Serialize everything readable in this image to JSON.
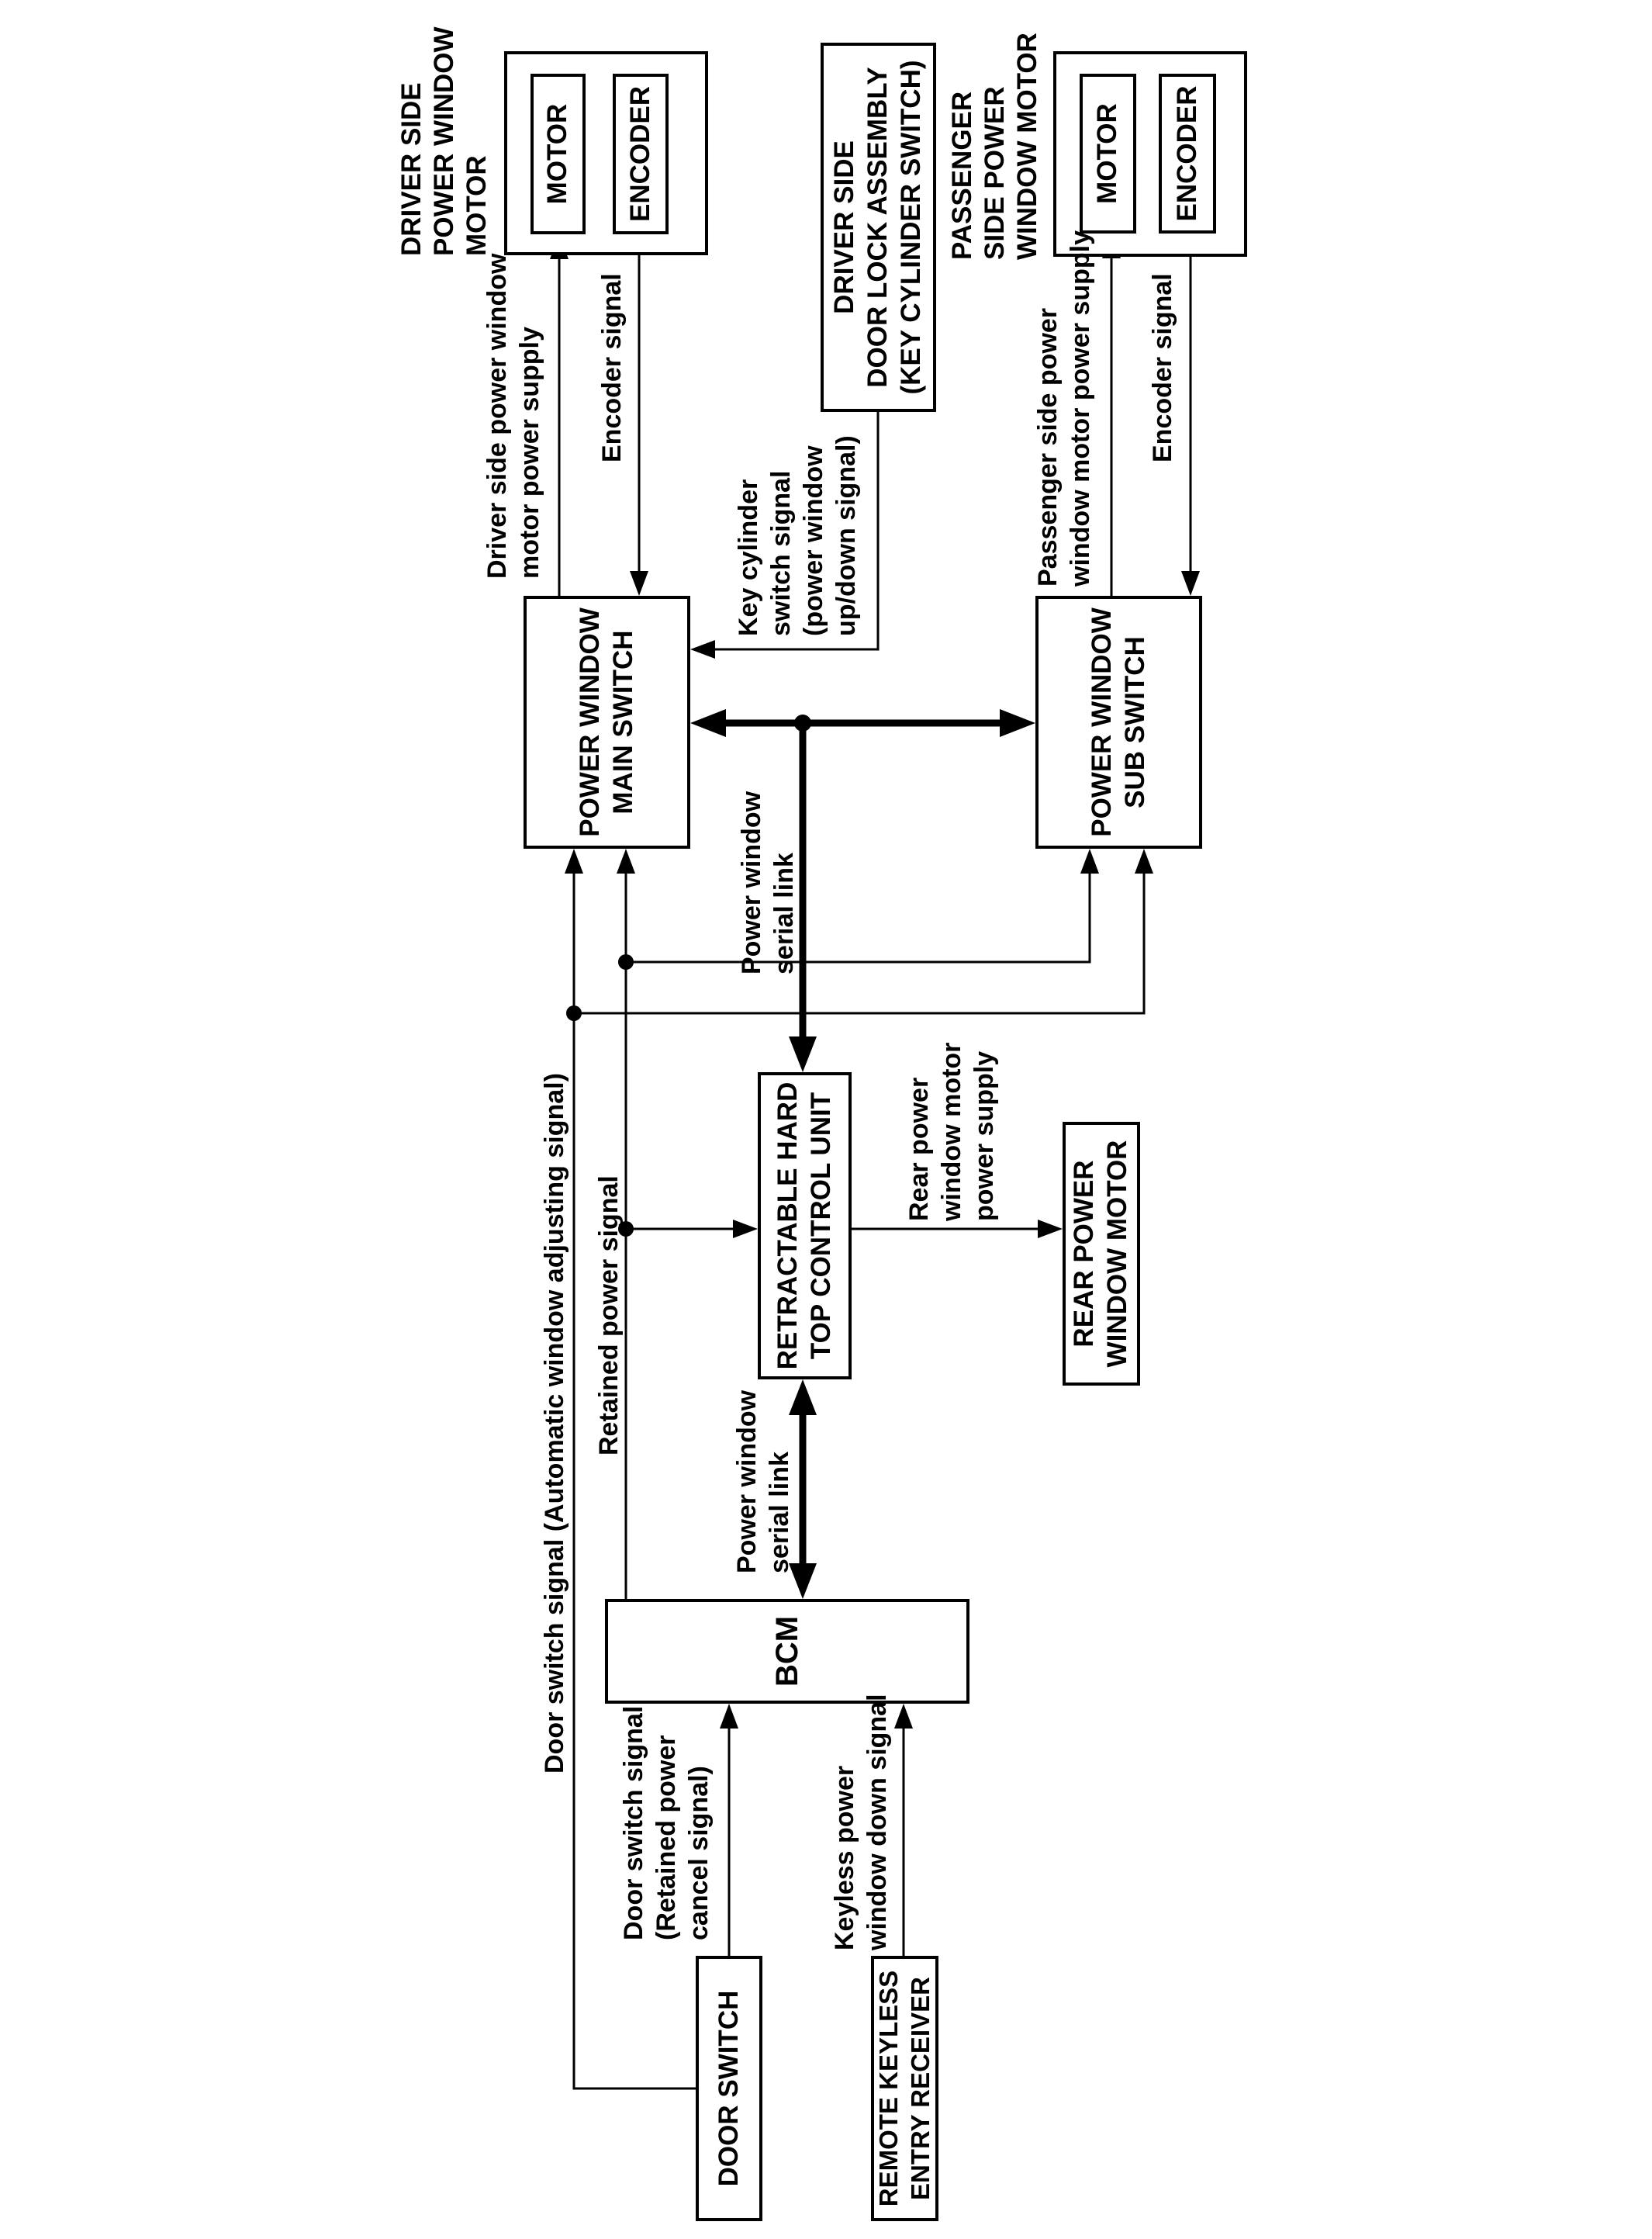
{
  "units": {
    "driver_motor_assembly": {
      "caption": [
        "DRIVER SIDE",
        "POWER WINDOW",
        "MOTOR"
      ],
      "motor": "MOTOR",
      "encoder": "ENCODER"
    },
    "passenger_motor_assembly": {
      "caption": [
        "PASSENGER",
        "SIDE POWER",
        "WINDOW MOTOR"
      ],
      "motor": "MOTOR",
      "encoder": "ENCODER"
    },
    "main_switch": {
      "lines": [
        "POWER WINDOW",
        "MAIN SWITCH"
      ]
    },
    "sub_switch": {
      "lines": [
        "POWER WINDOW",
        "SUB SWITCH"
      ]
    },
    "door_lock_assembly": {
      "lines": [
        "DRIVER SIDE",
        "DOOR LOCK ASSEMBLY",
        "(KEY CYLINDER SWITCH)"
      ]
    },
    "retractable_hard_top_unit": {
      "lines": [
        "RETRACTABLE HARD",
        "TOP CONTROL UNIT"
      ]
    },
    "rear_power_window_motor": {
      "lines": [
        "REAR POWER",
        "WINDOW MOTOR"
      ]
    },
    "bcm": {
      "label": "BCM"
    },
    "door_switch": {
      "label": "DOOR SWITCH"
    },
    "remote_keyless_entry_receiver": {
      "lines": [
        "REMOTE KEYLESS",
        "ENTRY RECEIVER"
      ]
    }
  },
  "signals": {
    "driver_supply": {
      "lines": [
        "Driver side power window",
        "motor power supply"
      ]
    },
    "driver_encoder": {
      "label": "Encoder signal"
    },
    "key_cylinder": {
      "lines": [
        "Key cylinder",
        "switch signal",
        "(power window",
        "up/down signal)"
      ]
    },
    "passenger_supply": {
      "lines": [
        "Passenger side power",
        "window motor power supply"
      ]
    },
    "passenger_encoder": {
      "label": "Encoder signal"
    },
    "serial_link_main": {
      "lines": [
        "Power window",
        "serial link"
      ]
    },
    "serial_link_bcm": {
      "lines": [
        "Power window",
        "serial link"
      ]
    },
    "retained_power": {
      "label": "Retained power signal"
    },
    "door_switch_auto": {
      "label": "Door switch signal (Automatic window adjusting signal)"
    },
    "rear_supply": {
      "lines": [
        "Rear power",
        "window motor",
        "power supply"
      ]
    },
    "door_switch_cancel": {
      "lines": [
        "Door switch signal",
        "(Retained power",
        "cancel signal)"
      ]
    },
    "keyless_down": {
      "lines": [
        "Keyless power",
        "window down signal"
      ]
    }
  },
  "colors": {
    "ink": "#000000",
    "paper": "#ffffff"
  }
}
